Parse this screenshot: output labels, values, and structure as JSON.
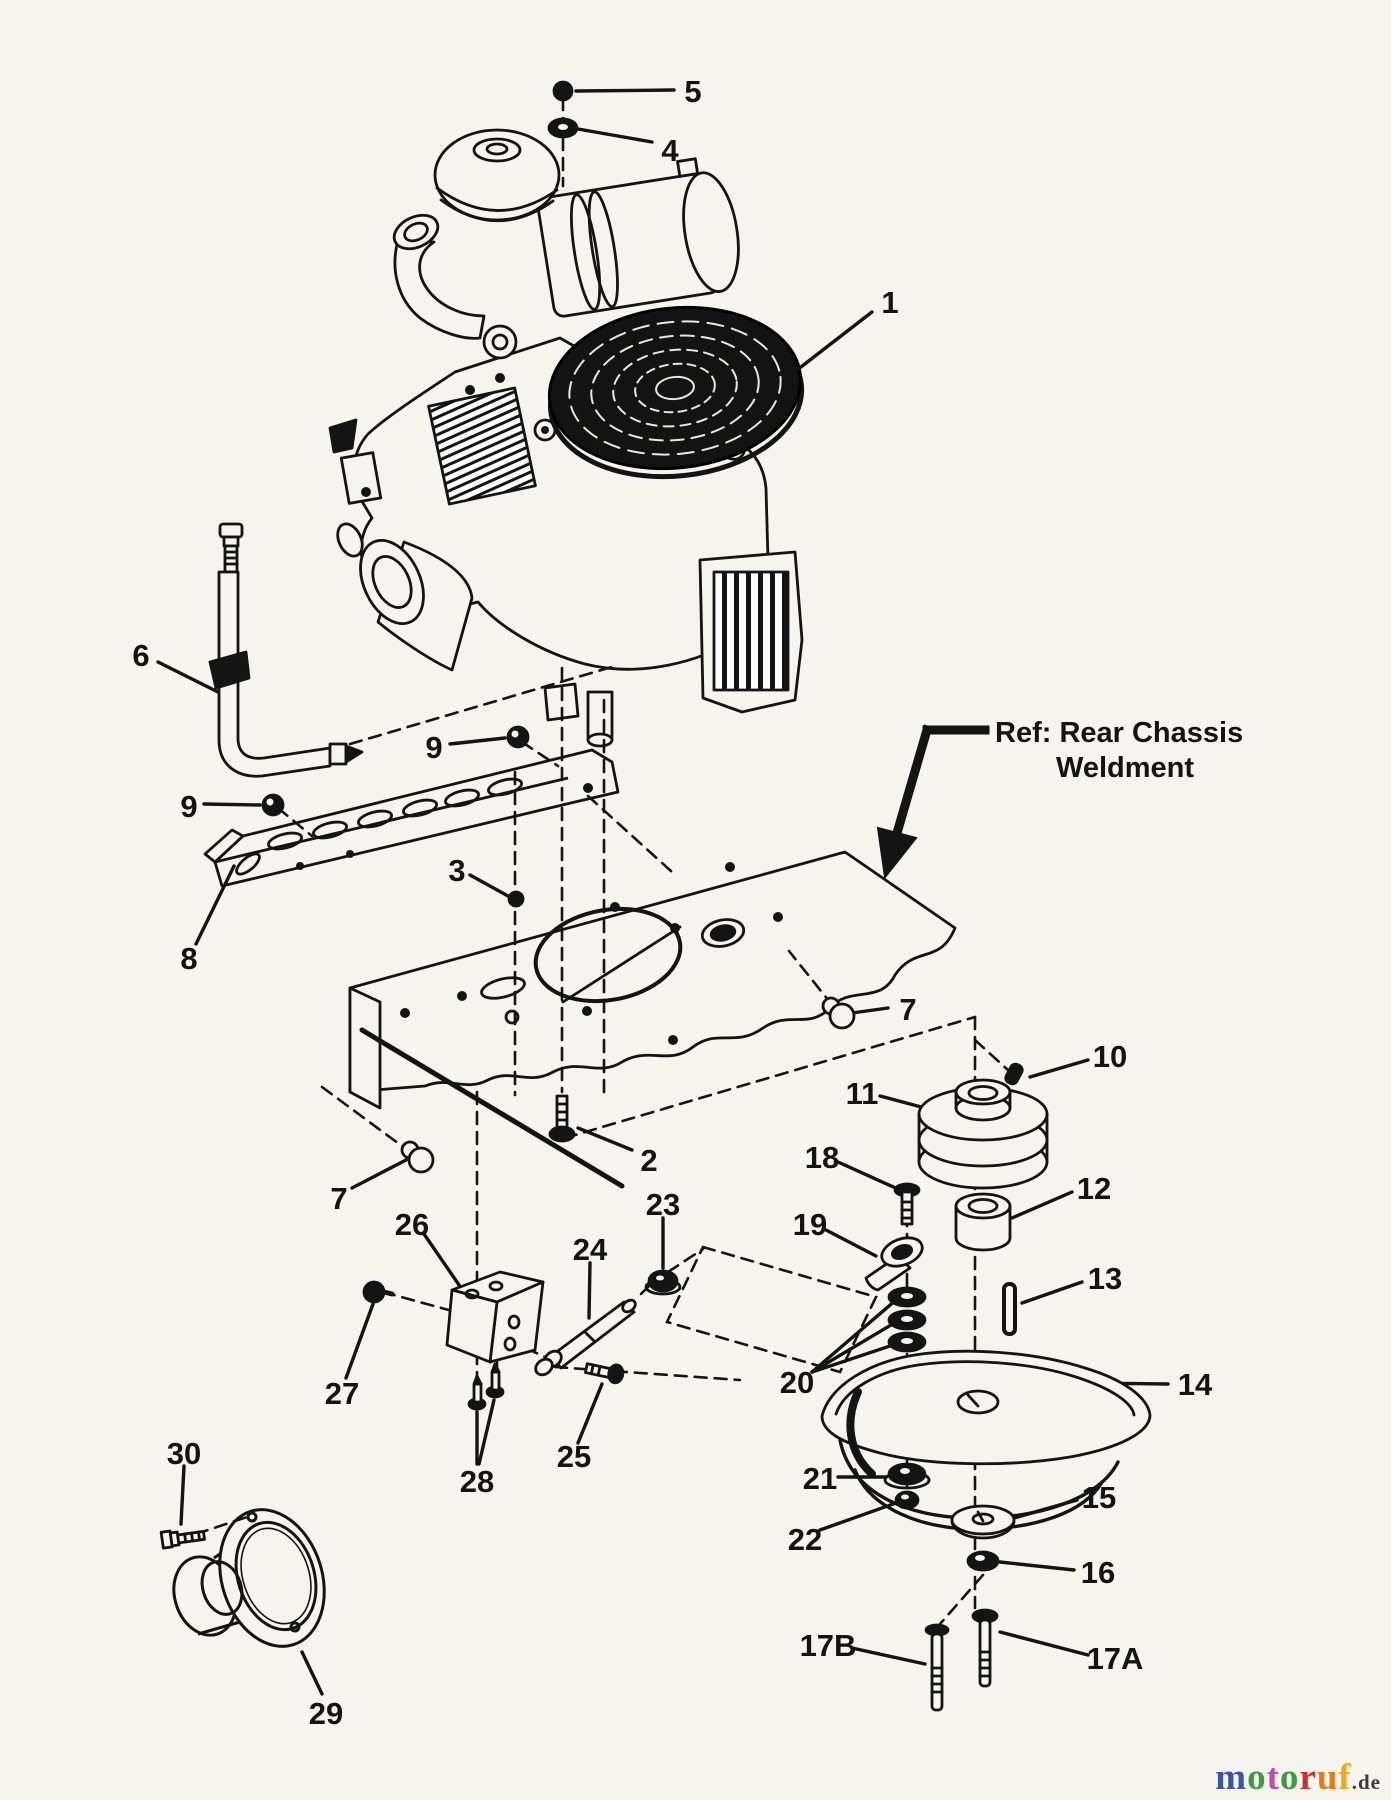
{
  "page": {
    "background": "#f5f4ee",
    "ink_color": "#141414"
  },
  "diagram": {
    "type": "exploded-parts-diagram",
    "ref_label": {
      "line1": "Ref: Rear Chassis",
      "line2": "Weldment"
    },
    "callouts": {
      "c1": {
        "label": "1"
      },
      "c2": {
        "label": "2"
      },
      "c3": {
        "label": "3"
      },
      "c4": {
        "label": "4"
      },
      "c5": {
        "label": "5"
      },
      "c6": {
        "label": "6"
      },
      "c7a": {
        "label": "7"
      },
      "c7b": {
        "label": "7"
      },
      "c8": {
        "label": "8"
      },
      "c9a": {
        "label": "9"
      },
      "c9b": {
        "label": "9"
      },
      "c10": {
        "label": "10"
      },
      "c11": {
        "label": "11"
      },
      "c12": {
        "label": "12"
      },
      "c13": {
        "label": "13"
      },
      "c14": {
        "label": "14"
      },
      "c15": {
        "label": "15"
      },
      "c16": {
        "label": "16"
      },
      "c17a": {
        "label": "17A"
      },
      "c17b": {
        "label": "17B"
      },
      "c18": {
        "label": "18"
      },
      "c19": {
        "label": "19"
      },
      "c20": {
        "label": "20"
      },
      "c21": {
        "label": "21"
      },
      "c22": {
        "label": "22"
      },
      "c23": {
        "label": "23"
      },
      "c24": {
        "label": "24"
      },
      "c25": {
        "label": "25"
      },
      "c26": {
        "label": "26"
      },
      "c27": {
        "label": "27"
      },
      "c28": {
        "label": "28"
      },
      "c29": {
        "label": "29"
      },
      "c30": {
        "label": "30"
      }
    }
  },
  "watermark": {
    "letters": [
      {
        "ch": "m",
        "color": "#3b55a4"
      },
      {
        "ch": "o",
        "color": "#3f9a41"
      },
      {
        "ch": "t",
        "color": "#c2519c"
      },
      {
        "ch": "o",
        "color": "#3f9a41"
      },
      {
        "ch": "r",
        "color": "#cd3127"
      },
      {
        "ch": "u",
        "color": "#df7b1d"
      },
      {
        "ch": "f",
        "color": "#e7ad1f"
      }
    ],
    "suffix": ".de",
    "suffix_color": "#3a3a3a"
  }
}
